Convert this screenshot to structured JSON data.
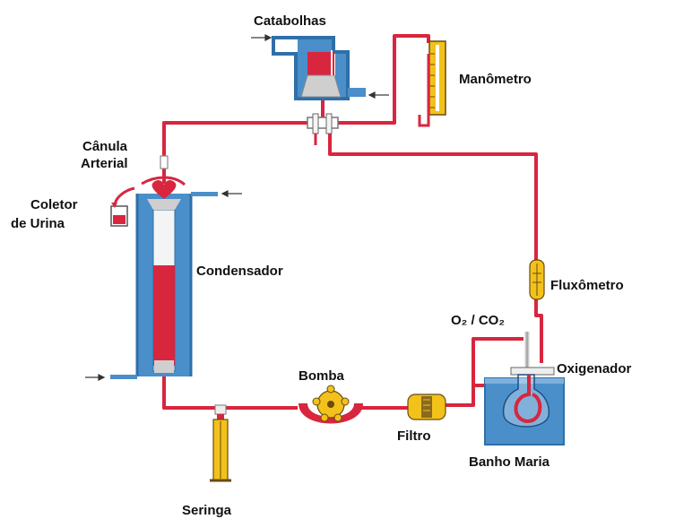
{
  "labels": {
    "catabolhas": "Catabolhas",
    "manometro": "Manômetro",
    "canula_1": "Cânula",
    "canula_2": "Arterial",
    "coletor_1": "Coletor",
    "coletor_2": "de Urina",
    "condensador": "Condensador",
    "fluxometro": "Fluxômetro",
    "gases": "O₂ / CO₂",
    "oxigenador": "Oxigenador",
    "bomba": "Bomba",
    "filtro": "Filtro",
    "banho_maria": "Banho Maria",
    "seringa": "Seringa"
  },
  "colors": {
    "tube": "#d8263e",
    "blood": "#d8263e",
    "glass": "#4a8fc9",
    "glass_dark": "#2f6fa8",
    "water": "#4a8fc9",
    "yellow": "#f2c21b",
    "light": "#f4f4f4"
  }
}
